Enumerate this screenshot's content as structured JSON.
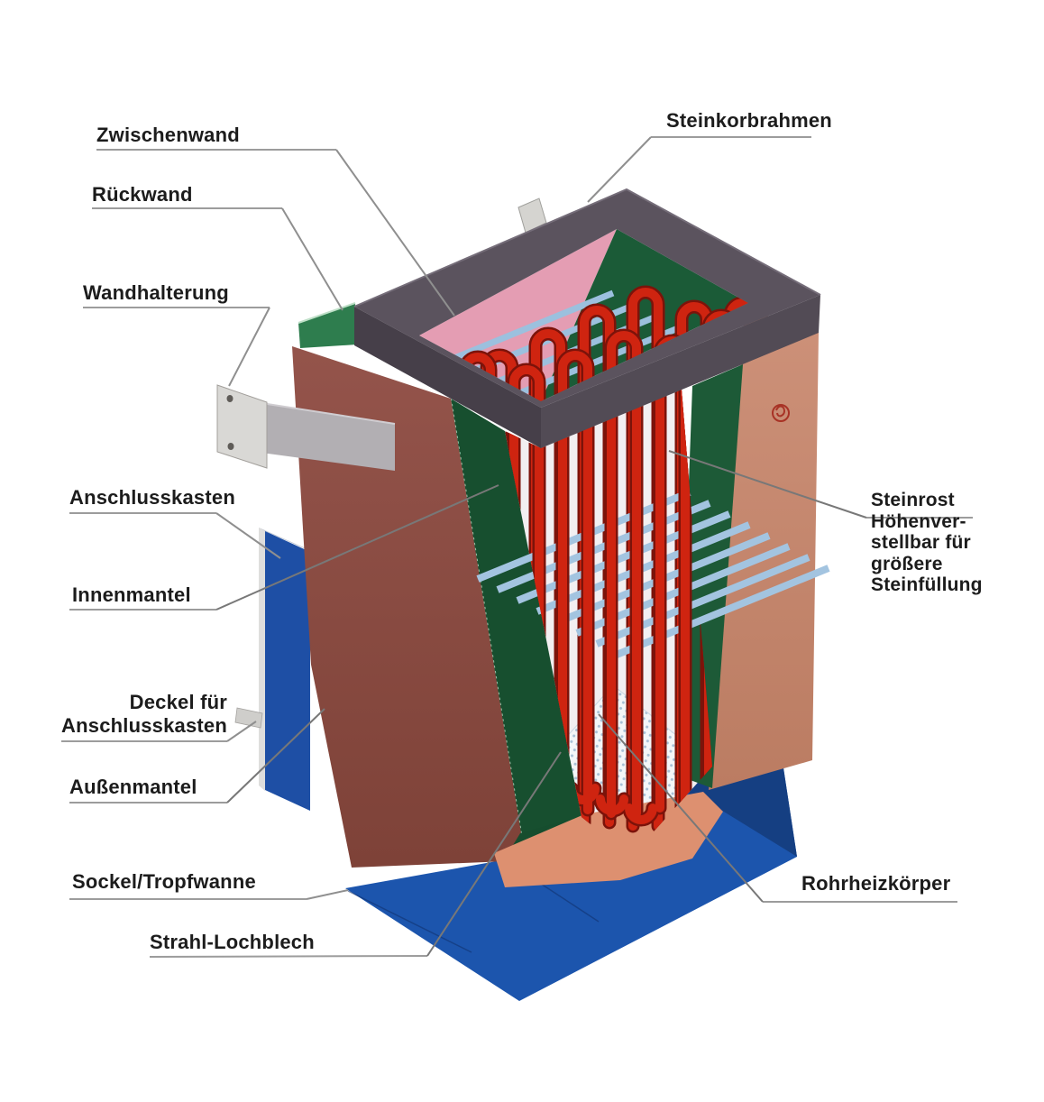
{
  "diagram": {
    "labels": {
      "zwischenwand": "Zwischenwand",
      "rueckwand": "Rückwand",
      "wandhalterung": "Wandhalterung",
      "anschlusskasten": "Anschlusskasten",
      "innenmantel": "Innenmantel",
      "deckel_line1": "Deckel für",
      "deckel_line2": "Anschlusskasten",
      "aussenmantel": "Außenmantel",
      "sockel": "Sockel/Tropfwanne",
      "strahl": "Strahl-Lochblech",
      "steinkorbrahmen": "Steinkorbrahmen",
      "rohrheizkoerper": "Rohrheizkörper",
      "steinrost_line1": "Steinrost",
      "steinrost_line2": "Höhenver-",
      "steinrost_line3": "stellbar für",
      "steinrost_line4": "größere",
      "steinrost_line5": "Steinfüllung"
    },
    "part_colors": {
      "steinkorbrahmen_frame": "#5b535e",
      "zwischenwand_pink": "#e49db3",
      "innenmantel_green": "#1b5635",
      "aussenmantel_brown": "#8a4a40",
      "aussenmantel_right_salmon": "#c4876e",
      "rohrheizkoerper_red": "#cf2410",
      "steinrost_blue": "#a3c4e0",
      "sockel_blue": "#1c55ad",
      "sockel_band_salmon": "#dd9070",
      "wandhalterung_gray": "#d9d8d5",
      "anschlusskasten_blue": "#1e4fa5",
      "leader_line_gray": "#8f8f8f",
      "label_text": "#1c1c1c"
    }
  }
}
